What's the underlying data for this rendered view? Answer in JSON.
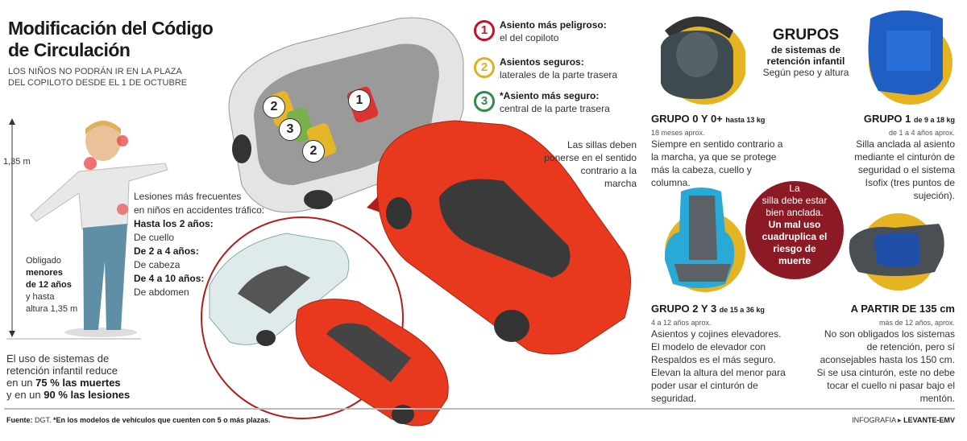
{
  "header": {
    "title_line1": "Modificación del Código",
    "title_line2": "de Circulación",
    "subtitle_line1": "Los niños no podrán ir en la plaza",
    "subtitle_line2": "del copiloto desde el 1 de octubre"
  },
  "child": {
    "height_label": "1,35 m",
    "obligado": [
      "Obligado",
      "menores",
      "de 12 años",
      "y hasta",
      "altura 1,35 m"
    ]
  },
  "injuries": {
    "intro_line1": "Lesiones más frecuentes",
    "intro_line2": "en niños en accidentes tráfico:",
    "items": [
      {
        "age": "Hasta los 2 años:",
        "type": "De cuello"
      },
      {
        "age": "De 2 a 4 años:",
        "type": "De cabeza"
      },
      {
        "age": "De 4 a 10 años:",
        "type": "De abdomen"
      }
    ]
  },
  "reduction": {
    "line1": "El uso de sistemas de",
    "line2": "retención infantil reduce",
    "line3_pre": "en un ",
    "line3_bold": "75 % las muertes",
    "line4_pre": "y en un ",
    "line4_bold": "90 % las lesiones"
  },
  "seats_legend": [
    {
      "number": "1",
      "color": "#c8102e",
      "title": "Asiento más peligroso:",
      "desc": "el del copiloto"
    },
    {
      "number": "2",
      "color": "#e0b020",
      "title": "Asientos seguros:",
      "desc": "laterales de la parte trasera"
    },
    {
      "number": "3",
      "color": "#2e8b4a",
      "title": "*Asiento más seguro:",
      "desc": "central de la parte trasera"
    }
  ],
  "car_badges": [
    "2",
    "3",
    "2",
    "1"
  ],
  "direction_note": [
    "Las sillas deben",
    "ponerse en el sentido",
    "contrario a la",
    "marcha"
  ],
  "groups": {
    "title": "GRUPOS",
    "subtitle_line1": "de sistemas de",
    "subtitle_line2": "retención infantil",
    "note": "Según peso y altura",
    "items": [
      {
        "name": "GRUPO 0 Y 0+",
        "weight": "hasta 13 kg",
        "age": "18 meses aprox.",
        "desc": [
          "Siempre en sentido contrario a",
          "la marcha, ya que se protege",
          "más la cabeza, cuello y",
          "columna."
        ]
      },
      {
        "name": "GRUPO 1",
        "weight": "de 9 a 18 kg",
        "age": "de 1 a 4 años aprox.",
        "desc": [
          "Silla anclada al asiento",
          "mediante el cinturón de",
          "seguridad o el sistema",
          "Isofix (tres puntos de",
          "sujeción)."
        ]
      },
      {
        "name": "GRUPO 2 Y 3",
        "weight": "de 15 a 36 kg",
        "age": "4 a 12 años aprox.",
        "desc": [
          "Asientos y cojines elevadores.",
          "El modelo de elevador con",
          "Respaldos es el más seguro.",
          "Elevan la altura del menor para",
          "poder usar el cinturón de",
          "seguridad."
        ]
      },
      {
        "name": "A PARTIR DE 135 cm",
        "weight": "",
        "age": "más de 12 años, aprox.",
        "desc": [
          "No son obligados los sistemas",
          "de retención, pero sí",
          "aconsejables hasta los 150 cm.",
          "Si se usa cinturón, este no debe",
          "tocar el cuello ni pasar bajo el",
          "mentón."
        ]
      }
    ]
  },
  "warning": {
    "normal": [
      "La",
      "silla debe estar",
      "bien anclada."
    ],
    "bold": [
      "Un mal uso",
      "cuadruplica el",
      "riesgo de",
      "muerte"
    ]
  },
  "footer": {
    "source_label": "Fuente:",
    "source": "DGT.",
    "note": "*En los modelos de vehículos que cuenten con 5 o más plazas.",
    "credit_pre": "INFOGRAFIA",
    "credit": "LEVANTE-EMV"
  },
  "colors": {
    "red_car": "#e8391f",
    "maroon": "#8c1a24",
    "yellow": "#e6b422",
    "seat_blue": "#1f5fc4",
    "seat_teal": "#29a9d6"
  }
}
